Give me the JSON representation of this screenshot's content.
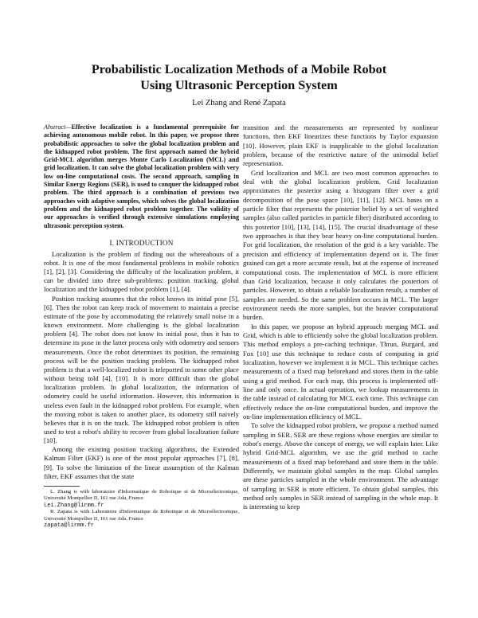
{
  "title": {
    "line1": "Probabilistic Localization Methods of a Mobile Robot",
    "line2": "Using Ultrasonic Perception System"
  },
  "authors": "Lei Zhang and René Zapata",
  "abstract": {
    "label": "Abstract—",
    "text": "Effective localization is a fundamental prerequisite for achieving autonomous mobile robot. In this paper, we propose three probabilistic approaches to solve the global localization problem and the kidnapped robot problem. The first approach named the hybrid Grid-MCL algorithm merges Monte Carlo Localization (MCL) and grid localization. It can solve the global localization problem with very low on-line computational costs. The second approach, sampling in Similar Energy Regions (SER), is used to conquer the kidnapped robot problem. The third approach is a combination of previous two approaches with adaptive samples, which solves the global localization problem and the kidnapped robot problem together. The validity of our approaches is verified through extensive simulations employing ultrasonic perception system."
  },
  "section1_heading": "I. INTRODUCTION",
  "left_paragraphs": [
    "Localization is the problem of finding out the whereabouts of a robot. It is one of the most fundamental problems in mobile robotics [1], [2], [3]. Considering the difficulty of the localization problem, it can be divided into three sub-problems: position tracking, global localization and the kidnapped robot problem [1], [4].",
    "Position tracking assumes that the robot knows its initial pose [5], [6]. Then the robot can keep track of movement to maintain a precise estimate of the pose by accommodating the relatively small noise in a known environment. More challenging is the global localization problem [4]. The robot does not know its initial pose, thus it has to determine its pose in the latter process only with odometry and sensors measurements. Once the robot determines its position, the remaining process will be the position tracking problem. The kidnapped robot problem is that a well-localized robot is teleported to some other place without being told [4], [10]. It is more difficult than the global localization problem. In global localization, the information of odometry could be useful information. However, this information is useless even fault in the kidnapped robot problem. For example, when the moving robot is taken to another place, its odometry still naively believes that it is on the track. The kidnapped robot problem is often used to test a robot's ability to recover from global localization failure [10].",
    "Among the existing position tracking algorithms, the Extended Kalman Filter (EKF) is one of the most popular approaches [7], [8], [9]. To solve the limitation of the linear assumption of the Kalman filter, EKF assumes that the state"
  ],
  "footnotes": [
    "L. Zhang is with laboratoire d'Informatique de Robotique et de Microélectronique, Université Montpellier II, 161 rue Ada, France",
    "Lei.Zhang@lirmm.fr",
    "R. Zapata is with Laboratoire d'Informatique de Robotique et de Microélectronique, Université Montpellier II, 161 rue Ada, France",
    "zapata@lirmm.fr"
  ],
  "right_paragraphs": [
    "transition and the measurements are represented by nonlinear functions, then EKF linearizes these functions by Taylor expansion [10]. However, plain EKF is inapplicable to the global localization problem, because of the restrictive nature of the unimodal belief representation.",
    "Grid localization and MCL are two most common approaches to deal with the global localization problem. Grid localization approximates the posterior using a histogram filter over a grid decomposition of the pose space [10], [11], [12]. MCL bases on a particle filter that represents the posterior belief by a set of weighted samples (also called particles in particle filter) distributed according to this posterior [10], [13], [14], [15]. The crucial disadvantage of these two approaches is that they bear heavy on-line computational burden. For grid localization, the resolution of the grid is a key variable. The precision and efficiency of implementation depend on it. The finer grained can get a more accurate result, but at the expense of increased computational costs. The implementation of MCL is more efficient than Grid localization, because it only calculates the posteriors of particles. However, to obtain a reliable localization result, a number of samples are needed. So the same problem occurs in MCL. The larger environment needs the more samples, but the heavier computational burden.",
    "In this paper, we propose an hybrid approach merging MCL and Grid, which is able to efficiently solve the global localization problem. This method employs a pre-caching technique. Thrun, Burgard, and Fox [10] use this technique to reduce costs of computing in grid localization, however we implement it in MCL. This technique caches measurements of a fixed map beforehand and stores them in the table using a grid method. For each map, this process is implemented off-line and only once. In actual operation, we lookup measurements in the table instead of calculating for MCL each time. This technique can effectively reduce the on-line computational burden, and improve the on-line implementation efficiency of MCL.",
    "To solve the kidnapped robot problem, we propose a method named sampling in SER. SER are these regions whose energies are similar to robot's energy. Above the concept of energy, we will explain later. Like hybrid Grid-MCL algorithm, we use the grid method to cache measurements of a fixed map beforehand and store them in the table. Differently, we maintain global samples in the map. Global samples are these particles sampled in the whole environment. The advantage of sampling in SER is more efficient. To obtain global samples, this method only samples in SER instead of sampling in the whole map. It is interesting to keep"
  ]
}
